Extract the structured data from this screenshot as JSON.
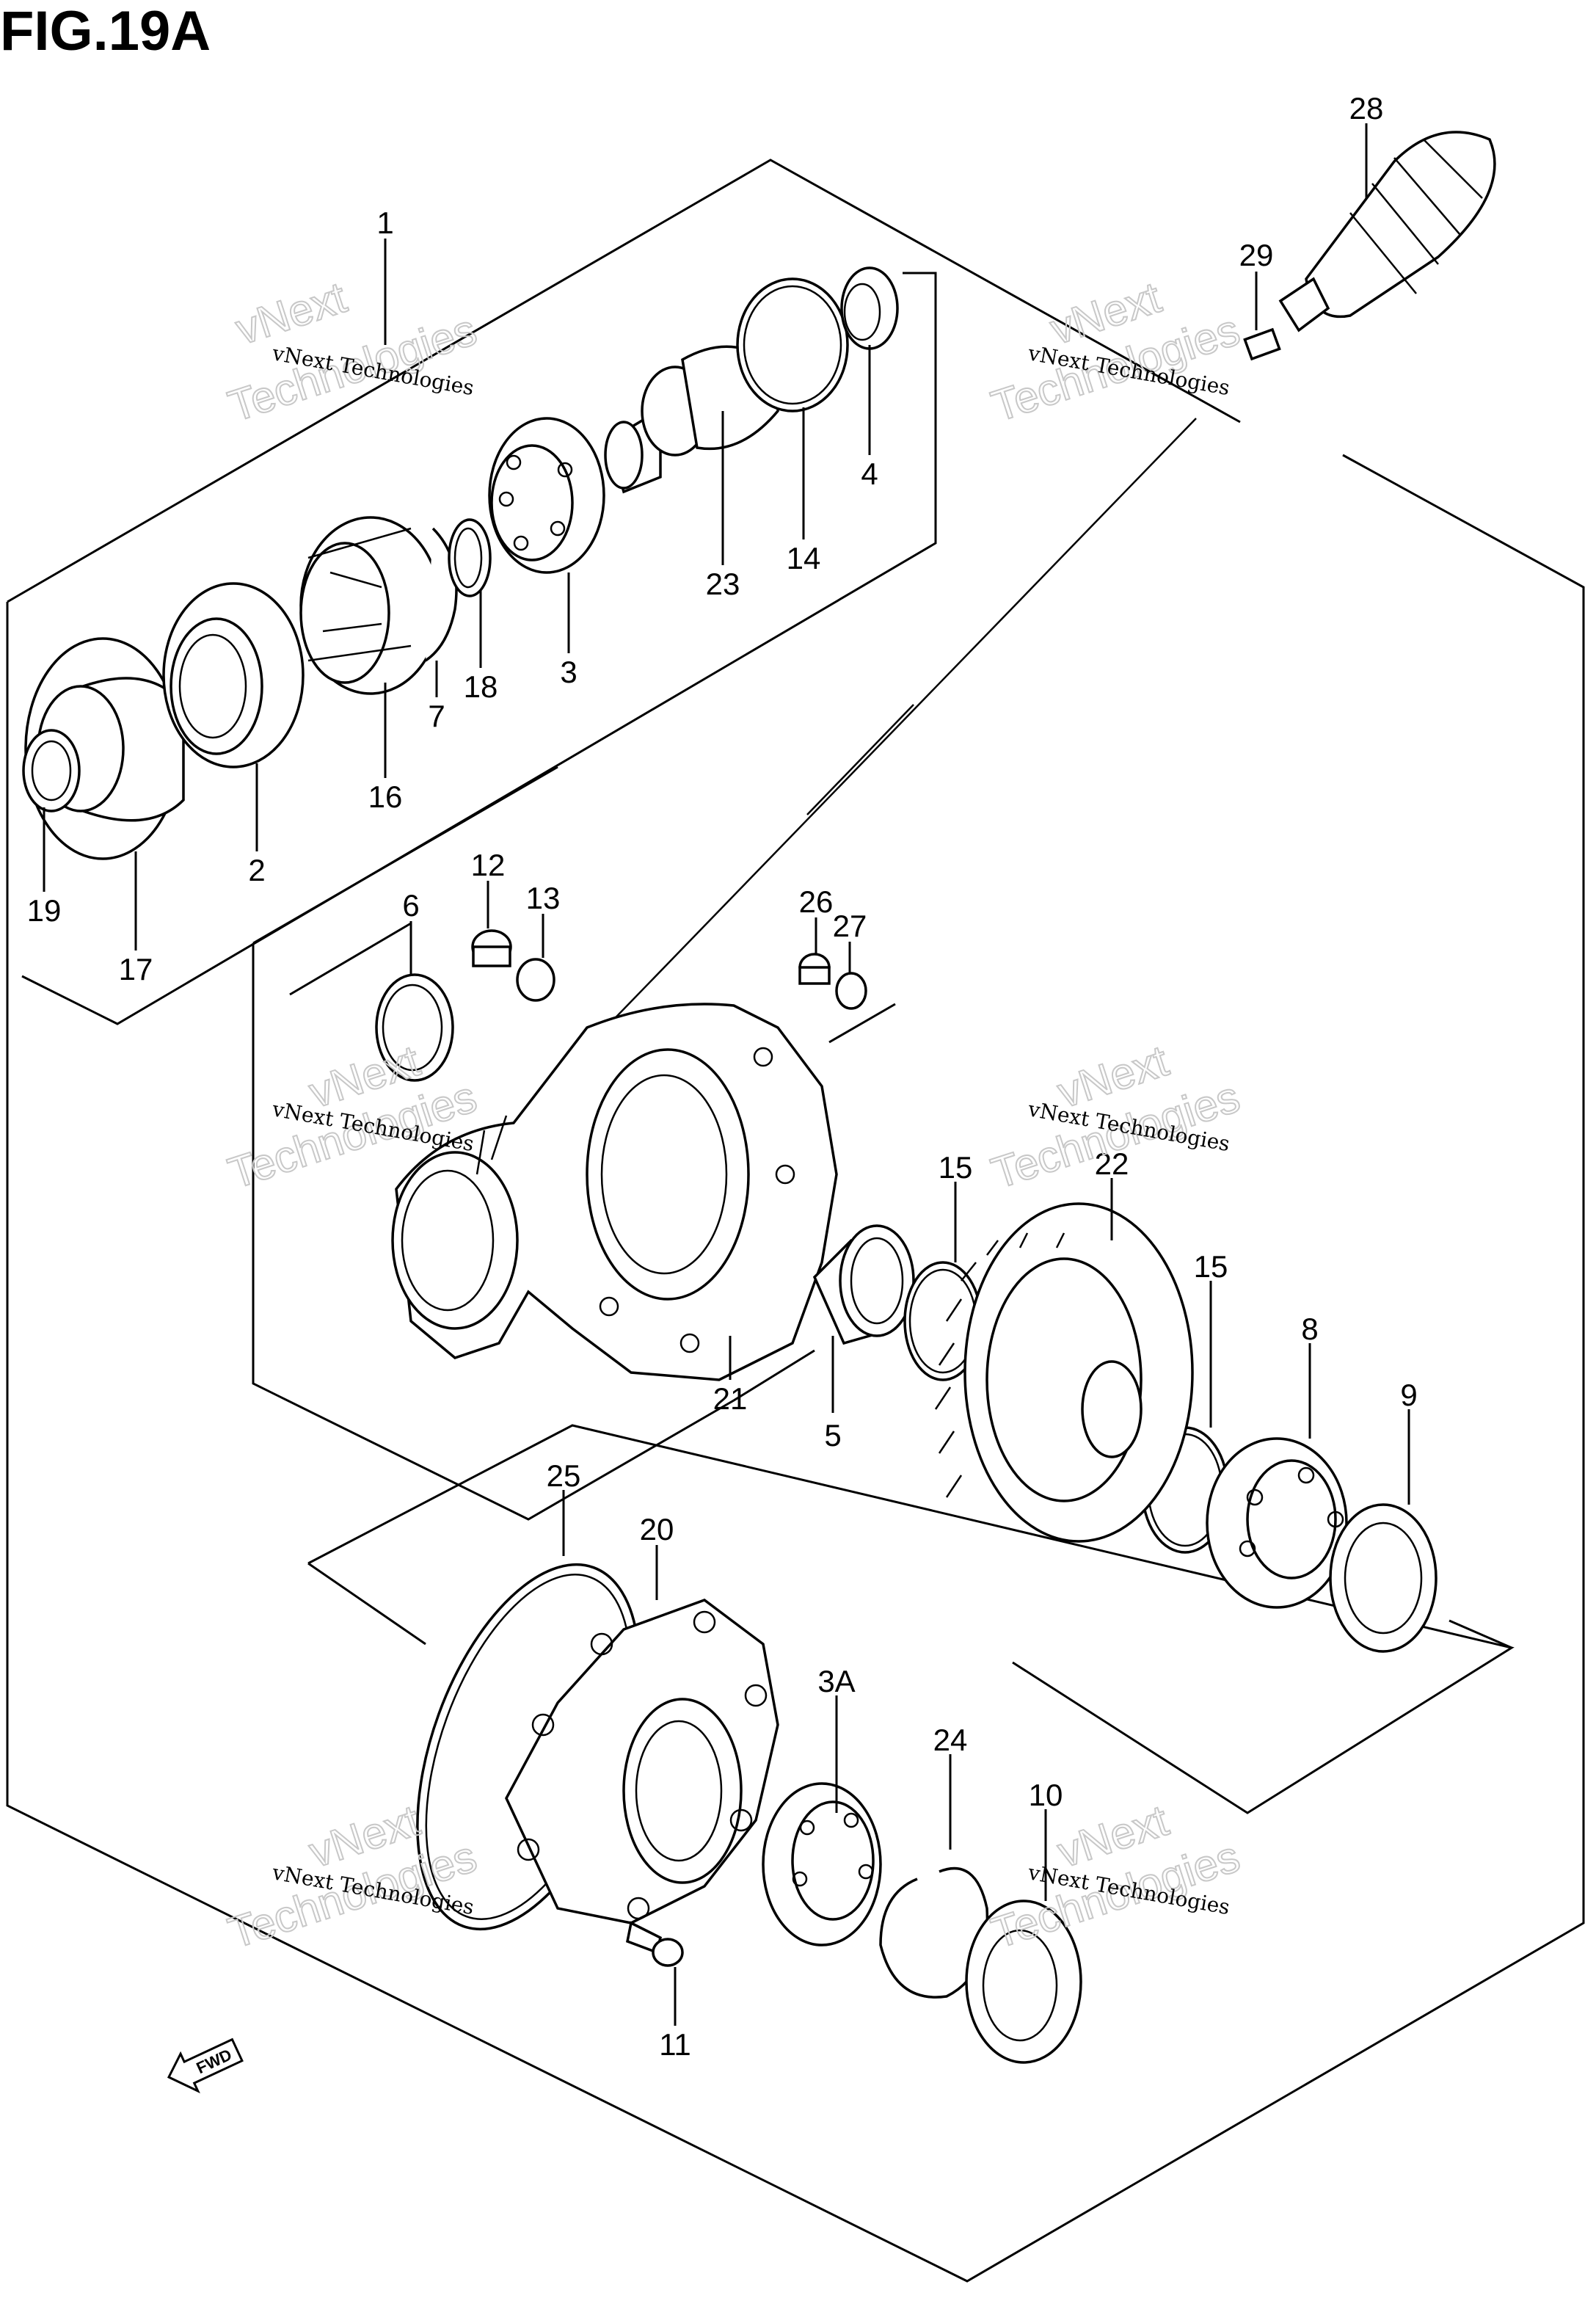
{
  "figure": {
    "title": "FIG.19A"
  },
  "callouts": [
    {
      "id": "c1",
      "label": "1"
    },
    {
      "id": "c2",
      "label": "2"
    },
    {
      "id": "c3",
      "label": "3"
    },
    {
      "id": "c3a",
      "label": "3A"
    },
    {
      "id": "c4",
      "label": "4"
    },
    {
      "id": "c5",
      "label": "5"
    },
    {
      "id": "c6",
      "label": "6"
    },
    {
      "id": "c7",
      "label": "7"
    },
    {
      "id": "c8",
      "label": "8"
    },
    {
      "id": "c9",
      "label": "9"
    },
    {
      "id": "c10",
      "label": "10"
    },
    {
      "id": "c11",
      "label": "11"
    },
    {
      "id": "c12",
      "label": "12"
    },
    {
      "id": "c13",
      "label": "13"
    },
    {
      "id": "c14",
      "label": "14"
    },
    {
      "id": "c15a",
      "label": "15"
    },
    {
      "id": "c15b",
      "label": "15"
    },
    {
      "id": "c16",
      "label": "16"
    },
    {
      "id": "c17",
      "label": "17"
    },
    {
      "id": "c18",
      "label": "18"
    },
    {
      "id": "c19",
      "label": "19"
    },
    {
      "id": "c20",
      "label": "20"
    },
    {
      "id": "c21",
      "label": "21"
    },
    {
      "id": "c22",
      "label": "22"
    },
    {
      "id": "c23",
      "label": "23"
    },
    {
      "id": "c24",
      "label": "24"
    },
    {
      "id": "c25",
      "label": "25"
    },
    {
      "id": "c26",
      "label": "26"
    },
    {
      "id": "c27",
      "label": "27"
    },
    {
      "id": "c28",
      "label": "28"
    },
    {
      "id": "c29",
      "label": "29"
    }
  ],
  "watermark": {
    "small": "vNext Technologies",
    "line1": "vNext",
    "line2": "Technologies"
  },
  "fwd_arrow": {
    "label": "FWD"
  }
}
